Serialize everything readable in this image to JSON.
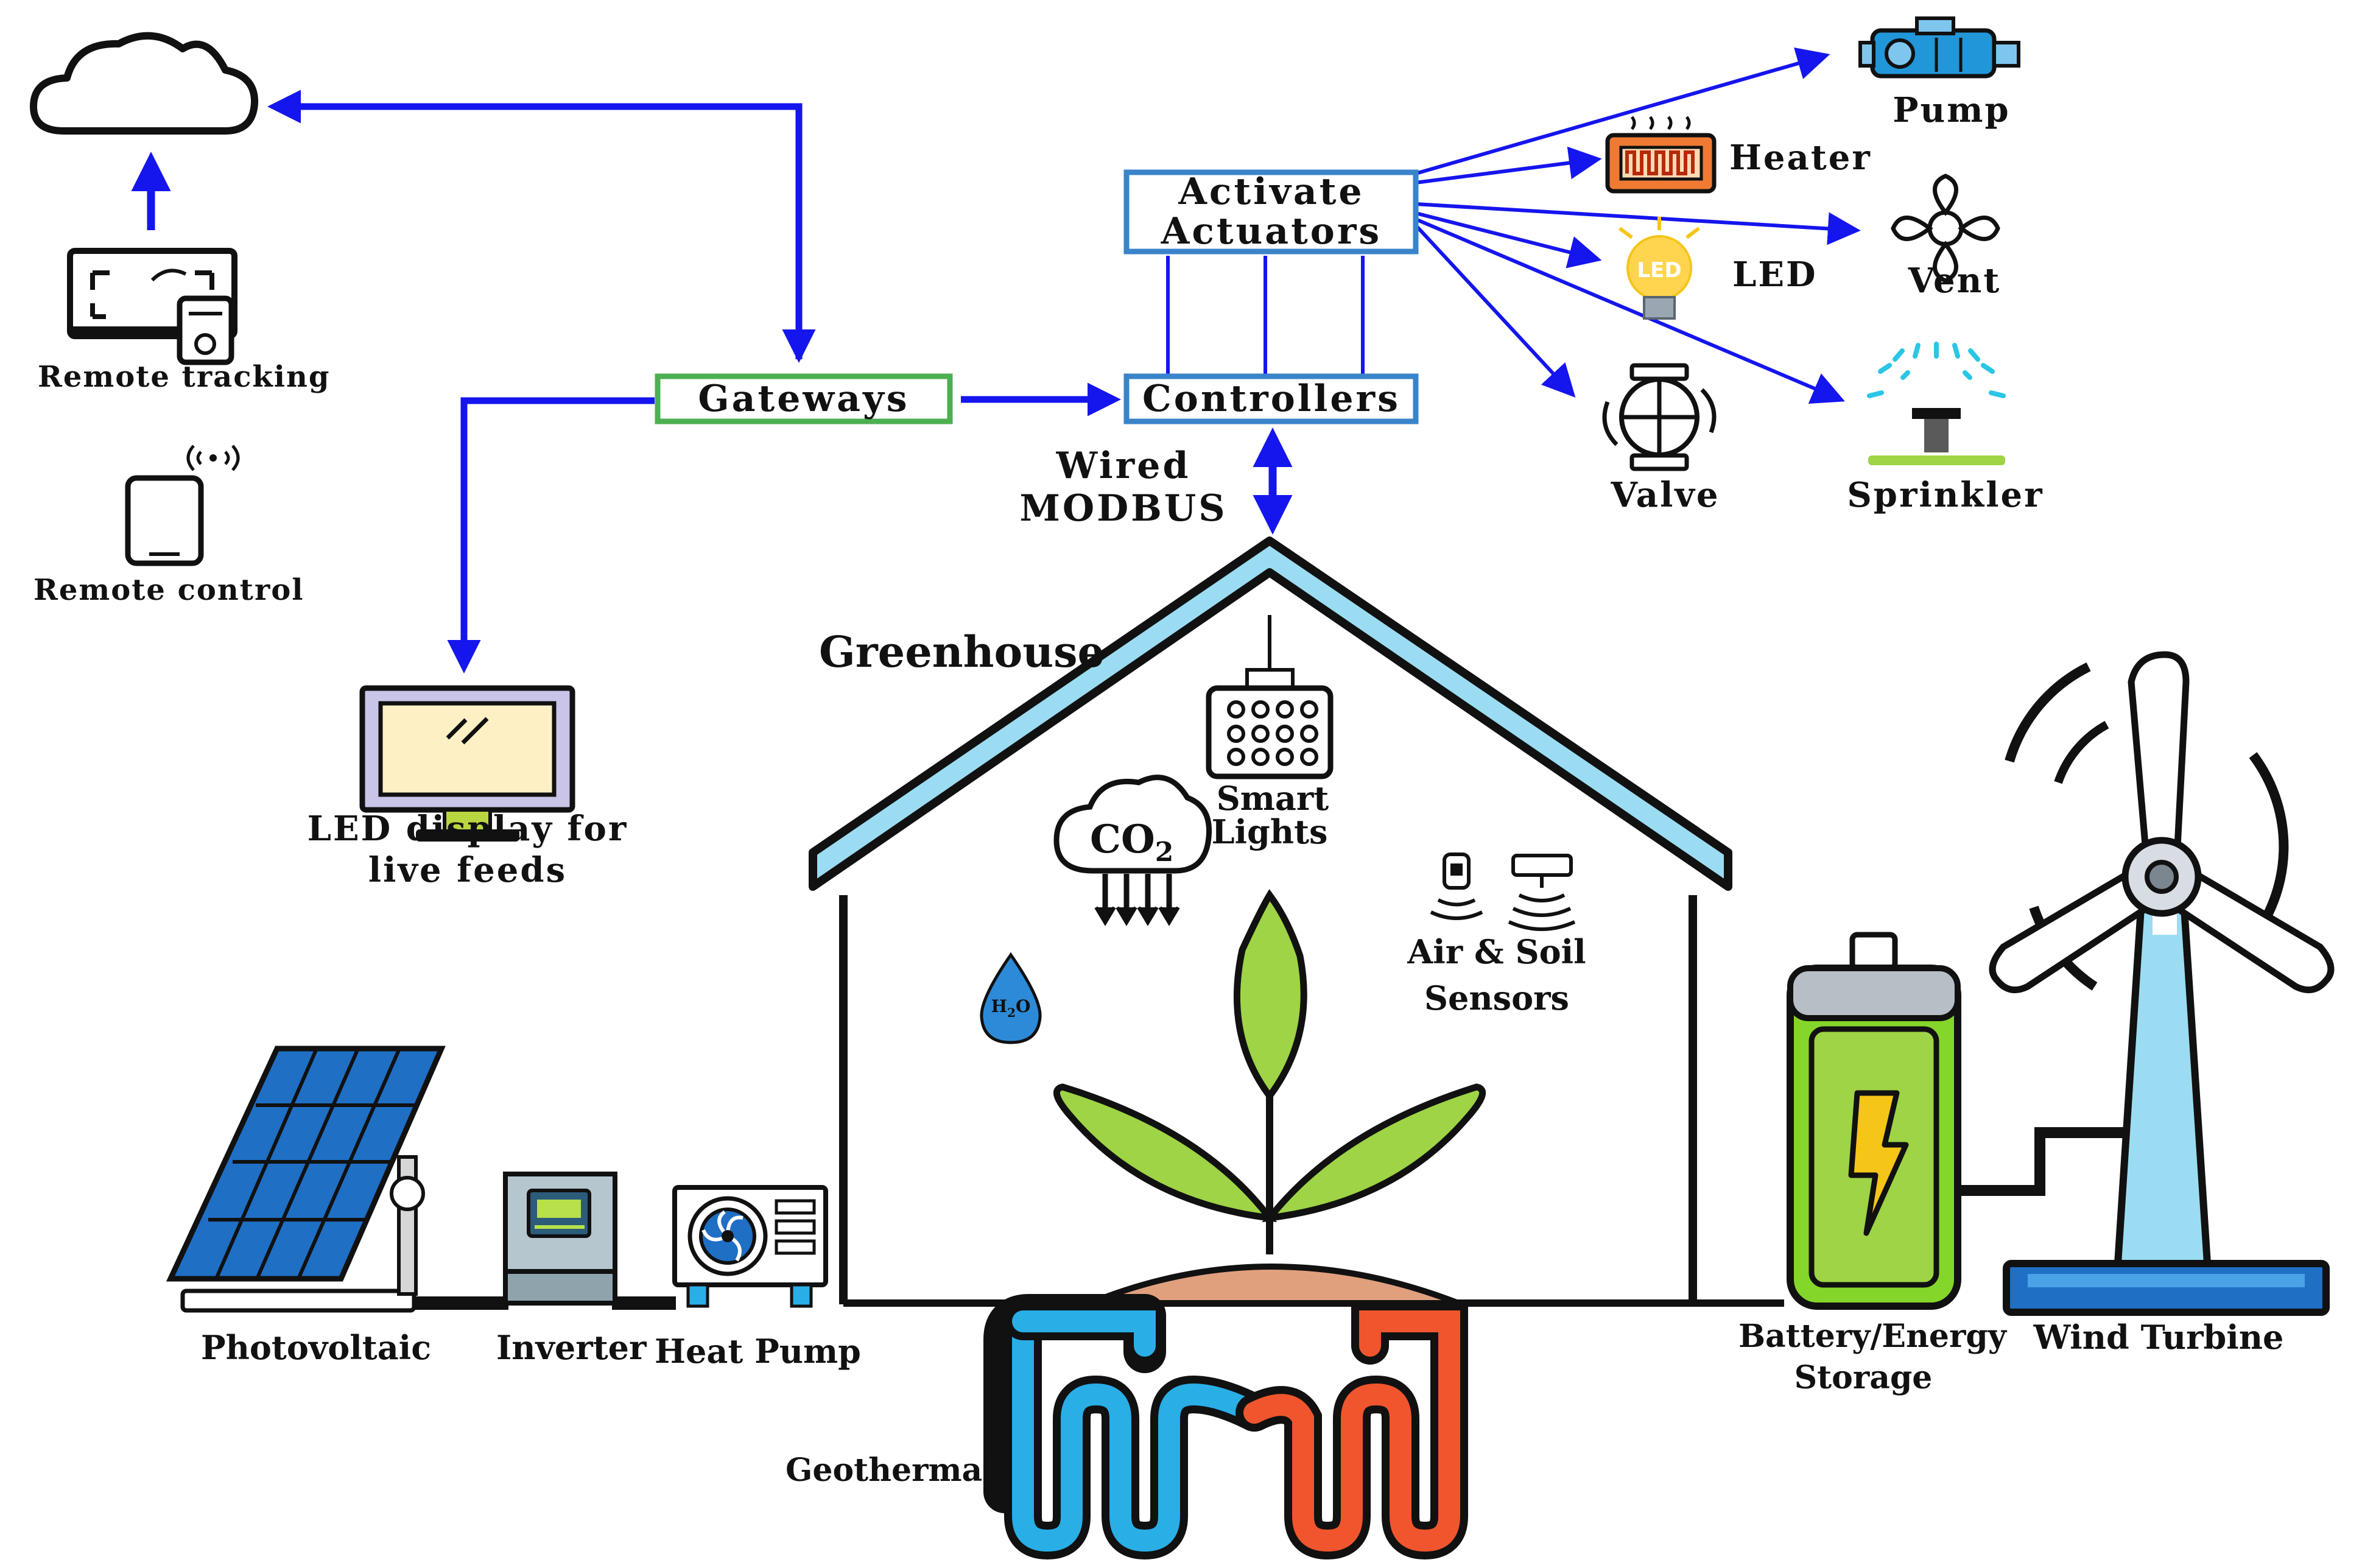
{
  "colors": {
    "arrow": "#1515ee",
    "box_border_blue": "#3a84c9",
    "gateway_border": "#4caf50",
    "roof": "#9bdcf2",
    "leaf": "#9ed445",
    "soil": "#e0a07e",
    "pipe_blue": "#29aee6",
    "pipe_red": "#f0552d",
    "battery": "#85d62a",
    "turbine_blue": "#9bdcf2"
  },
  "cloud": {
    "icon": "cloud-icon"
  },
  "remote_tracking": {
    "label": "Remote tracking",
    "icon": "tv-remote-icon"
  },
  "remote_control": {
    "label": "Remote control",
    "icon": "tablet-icon"
  },
  "gateways": {
    "label": "Gateways"
  },
  "controllers": {
    "label": "Controllers"
  },
  "actuators_box": {
    "line1": "Activate",
    "line2": "Actuators"
  },
  "wired": {
    "line1": "Wired",
    "line2": "MODBUS"
  },
  "led_display": {
    "line1": "LED display for",
    "line2": "live feeds",
    "icon": "monitor-icon"
  },
  "actuators": [
    {
      "label": "Pump",
      "icon": "pump-icon"
    },
    {
      "label": "Heater",
      "icon": "heater-icon"
    },
    {
      "label": "Vent",
      "icon": "vent-fan-icon"
    },
    {
      "label": "LED",
      "icon": "led-bulb-icon"
    },
    {
      "label": "Valve",
      "icon": "valve-icon"
    },
    {
      "label": "Sprinkler",
      "icon": "sprinkler-icon"
    }
  ],
  "greenhouse": {
    "title": "Greenhouse",
    "co2": {
      "main": "CO",
      "sub": "2"
    },
    "h2o": {
      "h": "H",
      "sub": "2",
      "o": "O"
    },
    "smart_lights": {
      "line1": "Smart",
      "line2": "Lights"
    },
    "sensors": {
      "line1": "Air & Soil",
      "line2": "Sensors"
    }
  },
  "energy": {
    "photovoltaic": "Photovoltaic",
    "inverter": "Inverter",
    "heat_pump": "Heat Pump",
    "geothermal": "Geothermal",
    "battery": {
      "line1": "Battery/Energy",
      "line2": "Storage"
    },
    "wind_turbine": "Wind Turbine"
  }
}
